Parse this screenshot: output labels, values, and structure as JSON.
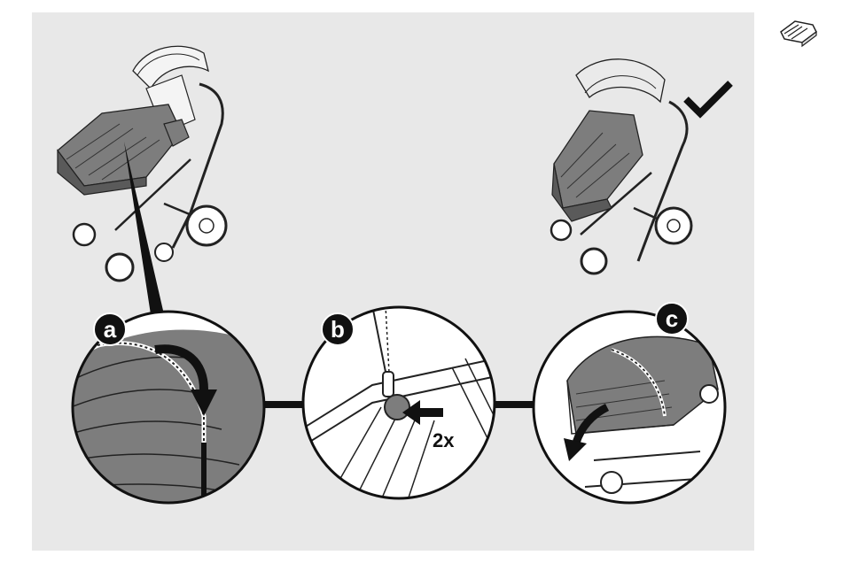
{
  "steps": {
    "a": {
      "label": "a"
    },
    "b": {
      "label": "b",
      "press_count": "2x"
    },
    "c": {
      "label": "c"
    }
  },
  "colors": {
    "panel_background": "#e8e8e8",
    "footmuff_grey": "#7d7d7d",
    "footmuff_dark": "#5a5a5a",
    "line": "#111111",
    "badge": "#111111"
  },
  "icons": [
    "footmuff-icon",
    "checkmark-icon",
    "curved-arrow-icon",
    "push-arrow-icon",
    "zipper-icon"
  ]
}
